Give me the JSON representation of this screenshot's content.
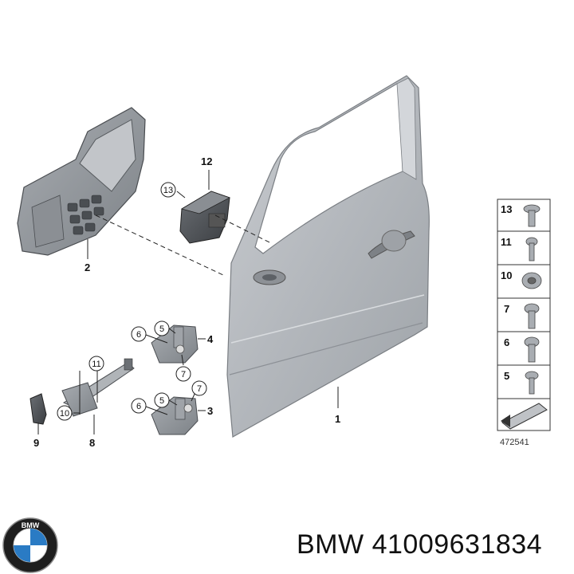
{
  "diagram": {
    "parts": {
      "door": "1",
      "trim_carrier": "2",
      "hinge_upper": "4",
      "hinge_lower": "3",
      "bracket": "12",
      "door_check": "8",
      "pad": "9"
    },
    "circled_labels": {
      "bracket_screw": "13",
      "check_screw": "11",
      "check_bolt": "10",
      "upper_hinge_5": "5",
      "upper_hinge_6": "6",
      "upper_hinge_7": "7",
      "lower_hinge_5": "5",
      "lower_hinge_6": "6",
      "lower_hinge_7": "7"
    },
    "legend": [
      "13",
      "11",
      "10",
      "7",
      "6",
      "5"
    ],
    "reference_number": "472541"
  },
  "footer": {
    "brand": "BMW",
    "part_number": "41009631834"
  }
}
